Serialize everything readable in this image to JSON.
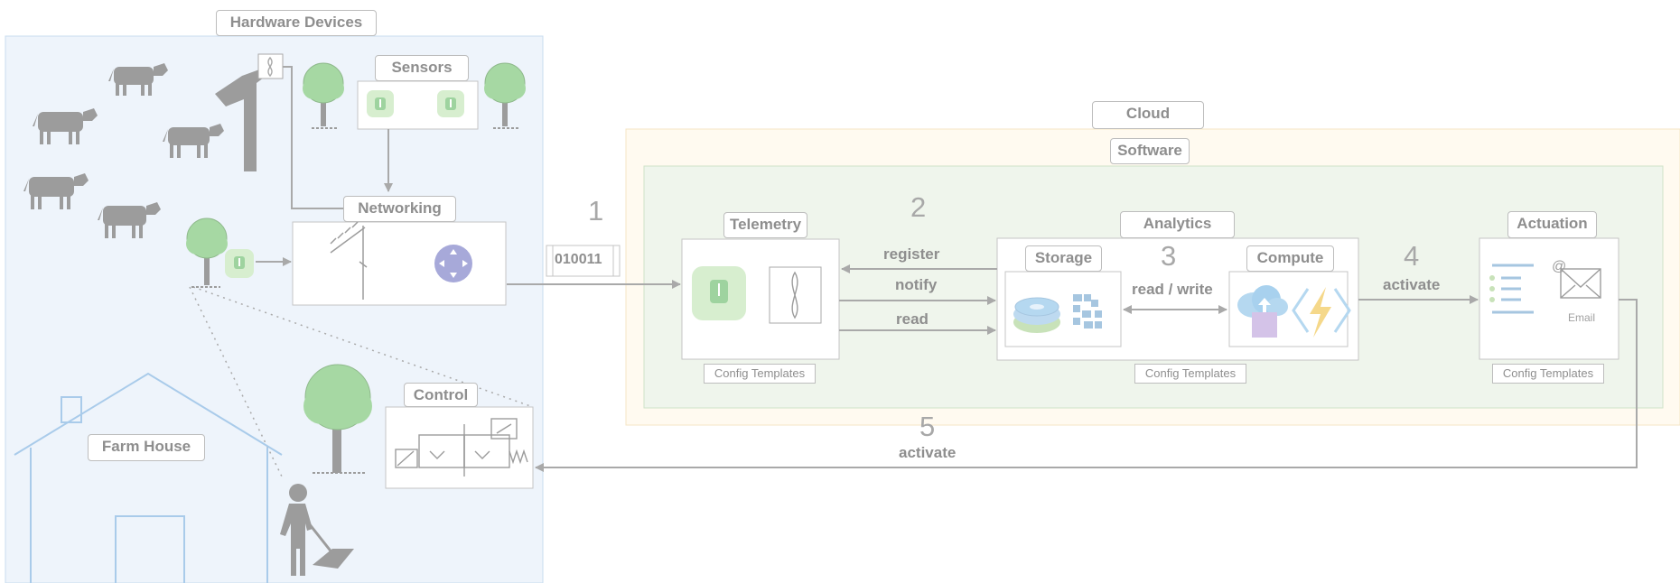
{
  "hardware": {
    "title": "Hardware Devices",
    "sensors_label": "Sensors",
    "networking_label": "Networking",
    "control_label": "Control",
    "farmhouse_label": "Farm House"
  },
  "packet_label": "010011",
  "cloud": {
    "title": "Cloud",
    "software_label": "Software",
    "telemetry": {
      "title": "Telemetry",
      "config": "Config Templates"
    },
    "analytics": {
      "title": "Analytics",
      "storage": "Storage",
      "compute": "Compute",
      "config": "Config Templates"
    },
    "actuation": {
      "title": "Actuation",
      "email": "Email",
      "config": "Config Templates"
    }
  },
  "steps": {
    "s1": "1",
    "s2": "2",
    "s3": "3",
    "s4": "4",
    "s5": "5"
  },
  "arrows": {
    "register": "register",
    "notify": "notify",
    "read": "read",
    "read_write": "read / write",
    "activate4": "activate",
    "activate5": "activate"
  },
  "colors": {
    "hardware_bg": "#eef4fb",
    "cloud_bg": "#fffaf0",
    "software_bg": "#eff5ec",
    "line": "#a9a9a9",
    "tree": "#9ed39f",
    "house": "#a9cbea"
  }
}
